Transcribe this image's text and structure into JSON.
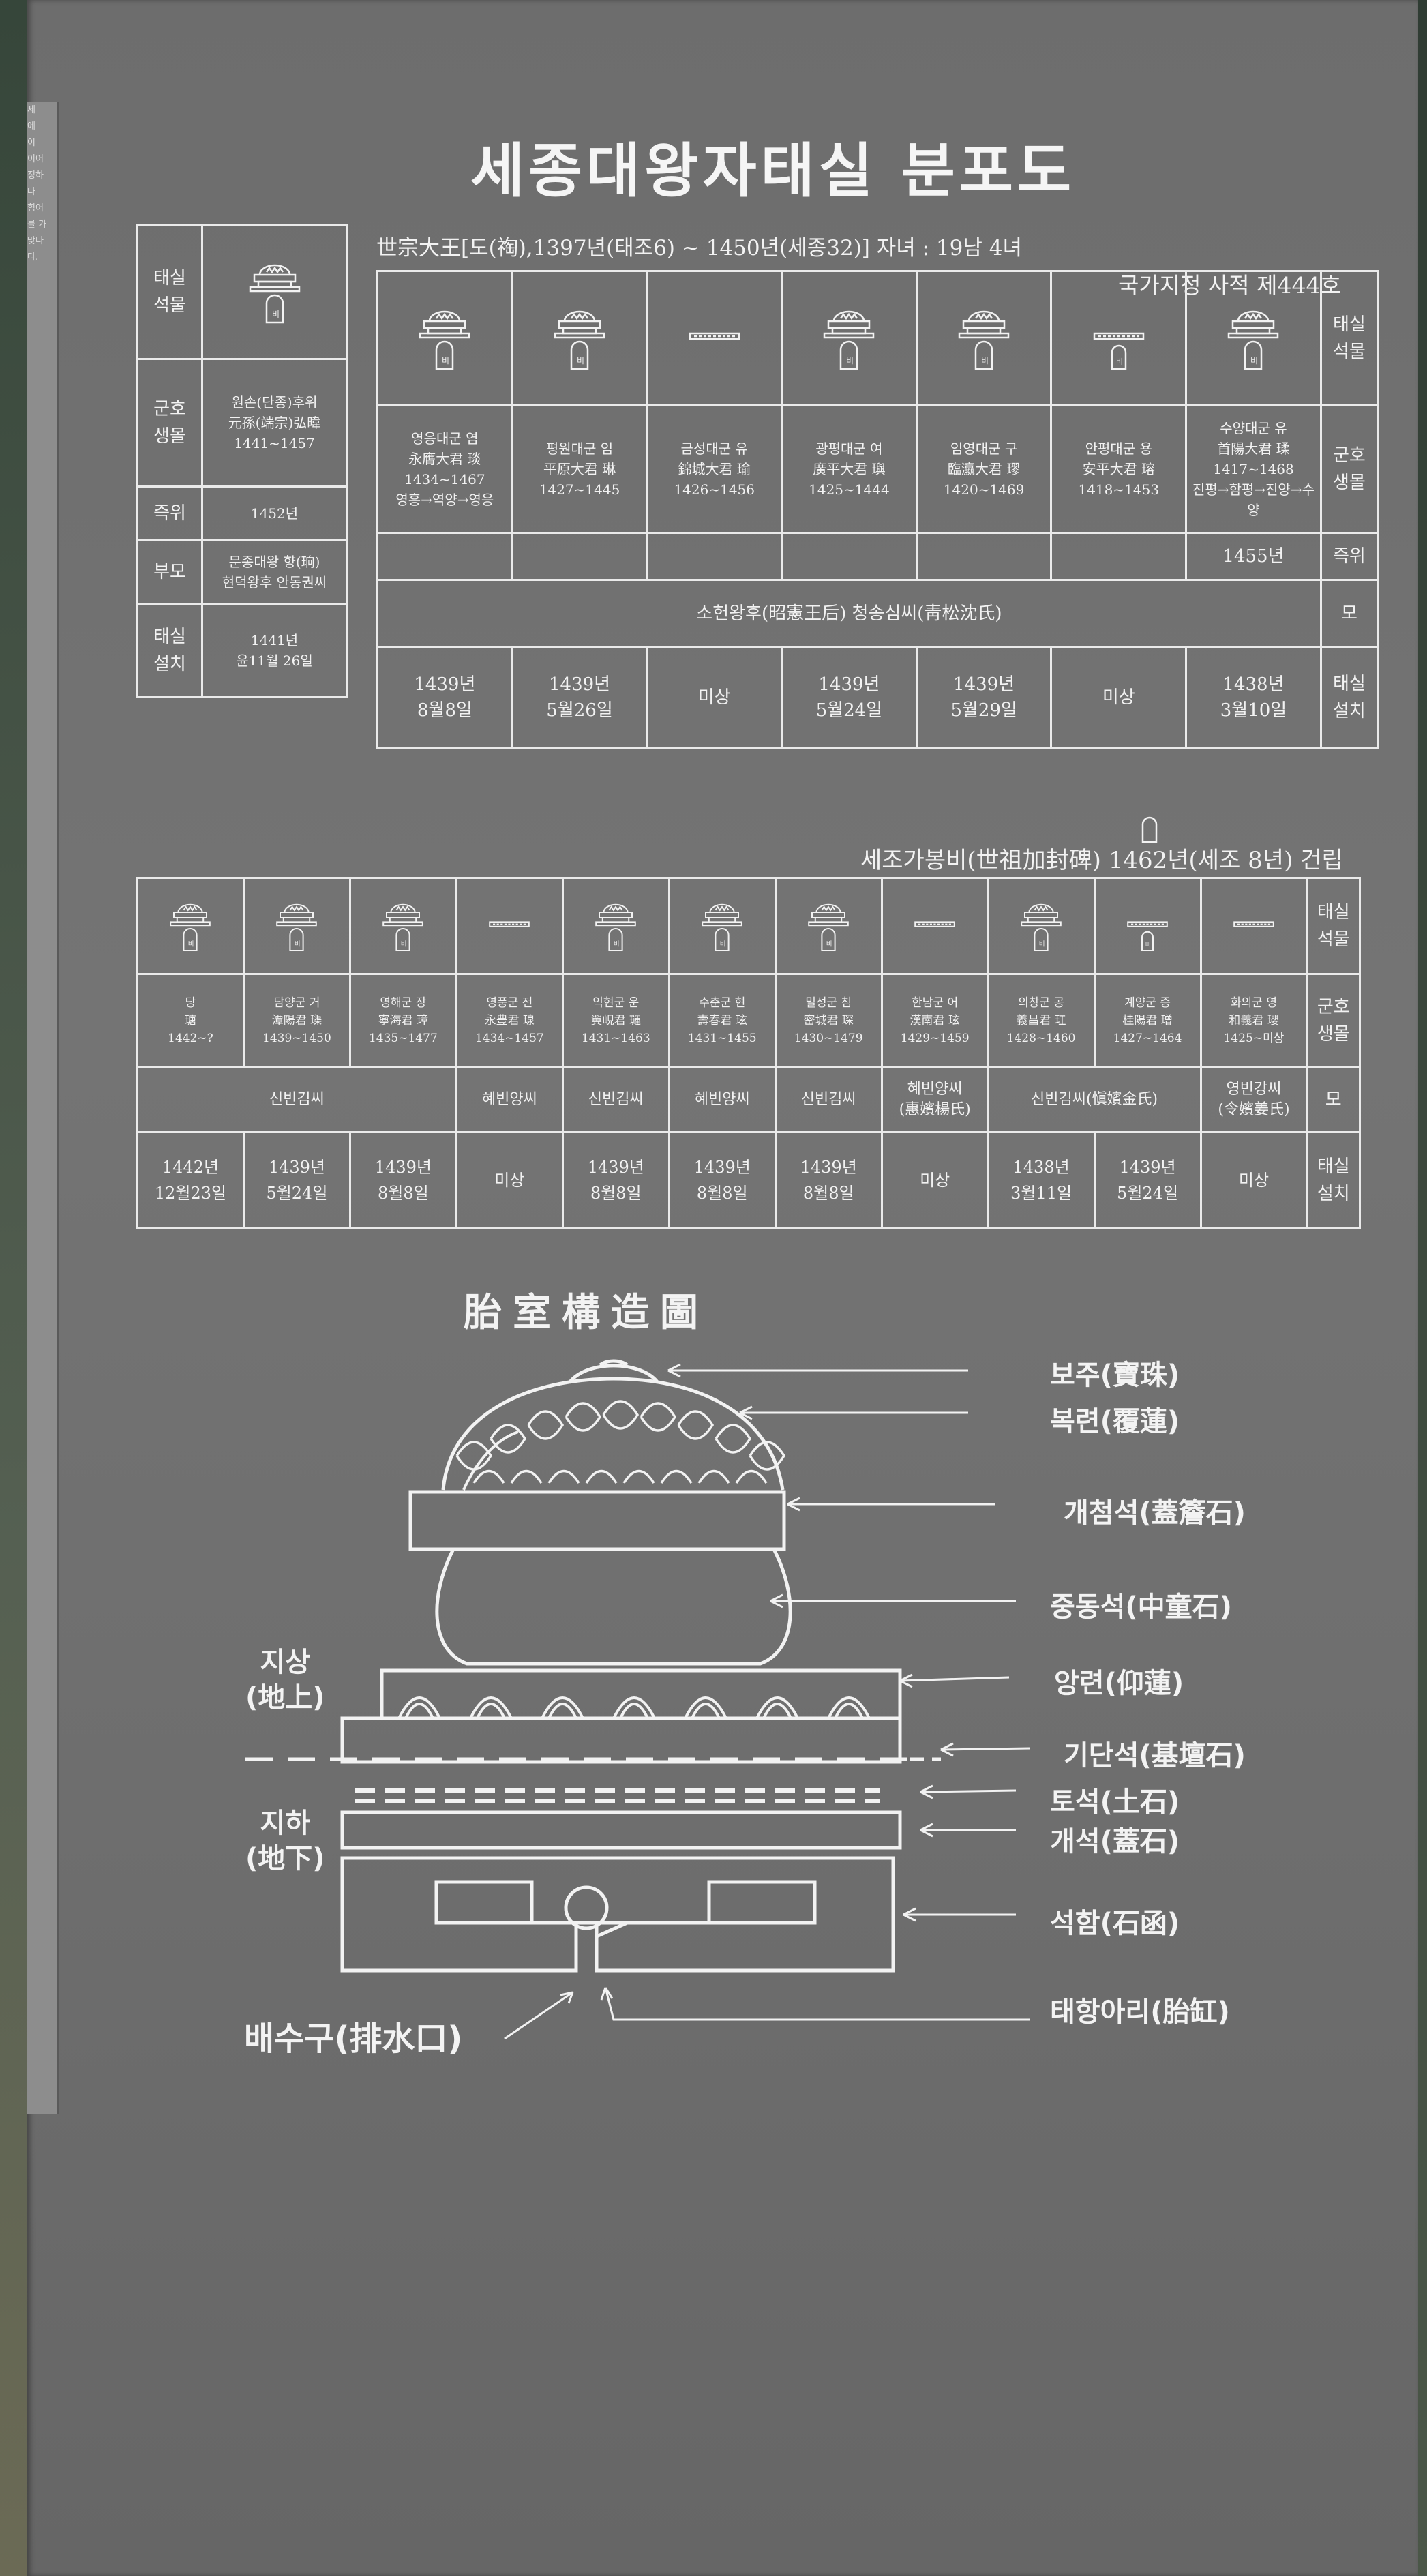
{
  "title": "세종대왕자태실 분포도",
  "top_header": {
    "king": "世宗大王[도(祹),1397년(태조6) ~ 1450년(세종32)] 자녀 : 19남 4녀",
    "designation": "국가지정 사적 제444호"
  },
  "legend_table": {
    "rows": [
      {
        "label": "태실\n석물",
        "value": ""
      },
      {
        "label": "군호\n생몰",
        "value": "원손(단종)후위\n元孫(端宗)弘暐\n1441~1457"
      },
      {
        "label": "즉위",
        "value": "1452년"
      },
      {
        "label": "부모",
        "value": "문종대왕 향(珦)\n현덕왕후 안동권씨"
      },
      {
        "label": "태실\n설치",
        "value": "1441년\n윤11월 26일"
      }
    ]
  },
  "table1": {
    "row_labels": [
      "태실\n석물",
      "군호\n생몰",
      "즉위",
      "모",
      "태실\n설치"
    ],
    "princes": [
      {
        "name": "영응대군 염\n永膺大君 琰\n1434~1467\n영흥→역양→영응",
        "stone": "full",
        "install": "1439년\n8월8일"
      },
      {
        "name": "평원대군 임\n平原大君 琳\n1427~1445",
        "stone": "full",
        "install": "1439년\n5월26일"
      },
      {
        "name": "금성대군 유\n錦城大君 瑜\n1426~1456",
        "stone": "slab",
        "install": "미상"
      },
      {
        "name": "광평대군 여\n廣平大君 璵\n1425~1444",
        "stone": "full",
        "install": "1439년\n5월24일"
      },
      {
        "name": "임영대군 구\n臨瀛大君 璆\n1420~1469",
        "stone": "full",
        "install": "1439년\n5월29일"
      },
      {
        "name": "안평대군 용\n安平大君 瑢\n1418~1453",
        "stone": "stele",
        "install": "미상"
      },
      {
        "name": "수양대군 유\n首陽大君 瑈\n1417~1468\n진평→함평→진양→수양",
        "stone": "full",
        "install": "1438년\n3월10일"
      }
    ],
    "accession": "1455년",
    "mother": "소헌왕후(昭憲王后) 청송심씨(靑松沈氏)"
  },
  "mid_header": {
    "text": "세조가봉비(世祖加封碑) 1462년(세조 8년) 건립"
  },
  "table2": {
    "row_labels": [
      "태실\n석물",
      "군호\n생몰",
      "모",
      "태실\n설치"
    ],
    "princes": [
      {
        "name": "당\n瑭\n1442~?",
        "stone": "full",
        "install": "1442년\n12월23일"
      },
      {
        "name": "담양군 거\n潭陽君 璖\n1439~1450",
        "stone": "full",
        "install": "1439년\n5월24일"
      },
      {
        "name": "영해군 장\n寧海君 璋\n1435~1477",
        "stone": "full",
        "install": "1439년\n8월8일"
      },
      {
        "name": "영풍군 전\n永豊君 瑔\n1434~1457",
        "stone": "slab",
        "install": "미상"
      },
      {
        "name": "익현군 운\n翼峴君 璭\n1431~1463",
        "stone": "full",
        "install": "1439년\n8월8일"
      },
      {
        "name": "수춘군 현\n壽春君 玹\n1431~1455",
        "stone": "full",
        "install": "1439년\n8월8일"
      },
      {
        "name": "밀성군 침\n密城君 琛\n1430~1479",
        "stone": "full",
        "install": "1439년\n8월8일"
      },
      {
        "name": "한남군 어\n漢南君 玹\n1429~1459",
        "stone": "slab",
        "install": "미상"
      },
      {
        "name": "의창군 공\n義昌君 玒\n1428~1460",
        "stone": "full",
        "install": "1438년\n3월11일"
      },
      {
        "name": "계양군 증\n桂陽君 璔\n1427~1464",
        "stone": "stele",
        "install": "1439년\n5월24일"
      },
      {
        "name": "화의군 영\n和義君 瓔\n1425~미상",
        "stone": "slab",
        "install": "미상"
      }
    ],
    "mothers": [
      "신빈김씨",
      "혜빈양씨",
      "신빈김씨",
      "혜빈양씨",
      "신빈김씨",
      "혜빈양씨\n(惠嬪楊氏)",
      "신빈김씨(愼嬪金氏)",
      "영빈강씨\n(令嬪姜氏)"
    ]
  },
  "diagram": {
    "title": "胎室構造圖",
    "parts": [
      "보주(寶珠)",
      "복련(覆蓮)",
      "개첨석(蓋簷石)",
      "중동석(中童石)",
      "앙련(仰蓮)",
      "기단석(基壇石)",
      "토석(土石)",
      "개석(蓋石)",
      "석함(石函)",
      "태항아리(胎缸)"
    ],
    "above_ground": "지상\n(地上)",
    "below_ground": "지하\n(地下)",
    "drain": "배수구(排水口)"
  },
  "colors": {
    "board": "#717171",
    "ink": "#f2f2f2"
  }
}
